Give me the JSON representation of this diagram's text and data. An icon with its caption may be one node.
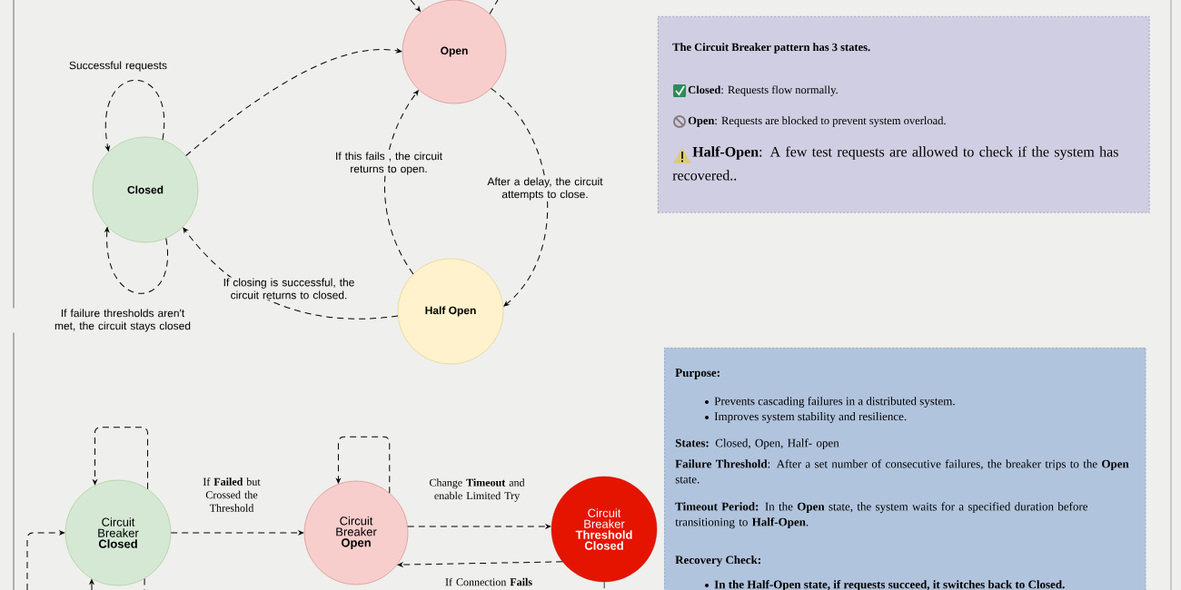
{
  "diagram": {
    "nodes": [
      {
        "text": [
          "Open"
        ]
      },
      {
        "text": [
          "The Circuit Breaker pattern has 3 states.",
          "**Closed**: Requests flow normally.",
          "**Open**: Requests are blocked to prevent system overload.",
          "**Half-Open**: A few test requests are allowed to check if the system has recovered.."
        ]
      },
      {
        "text": [
          "Closed"
        ]
      },
      {
        "text": [
          "Half Open"
        ]
      },
      {
        "text": [
          "Purpose:",
          "Prevents cascading failures in a distributed system.",
          "Improves system stability and resilience.",
          "**States:** Closed, Open, Half- open",
          "**Failure Threshold**: After a set number of consecutive failures, the breaker trips to the **Open** state.",
          "**Timeout Period:** In the **Open** state, the system waits for a specified duration before transitioning to **Half-Open**.",
          "Recovery Check:",
          "In the Half-Open state, if requests succeed, it switches back to Closed."
        ]
      },
      {
        "text": [
          "Circuit Breaker **Closed**"
        ]
      },
      {
        "text": [
          "Circuit Breaker **Open**"
        ]
      },
      {
        "text": [
          "Circuit Breaker **Threshold Closed**"
        ]
      }
    ],
    "edges": [
      {
        "from": 2,
        "to": 2,
        "arrow": "to",
        "style": "dashed",
        "label": "Successful requests"
      },
      {
        "from": 2,
        "to": 0,
        "arrow": "to",
        "style": "dashed"
      },
      {
        "from": 0,
        "to": 3,
        "arrow": "to",
        "style": "dashed",
        "label": "After a delay, the circuit attempts to close."
      },
      {
        "from": 3,
        "to": 0,
        "arrow": "to",
        "style": "dashed",
        "label": "If this fails , the circuit returns to open."
      },
      {
        "from": 3,
        "to": 2,
        "arrow": "to",
        "style": "dashed",
        "label": "If closing is successful, the circuit returns to closed."
      },
      {
        "from": 2,
        "to": 2,
        "arrow": "to",
        "style": "dashed",
        "label": "If failure thresholds aren't met, the circuit stays closed"
      },
      {
        "from": null,
        "to": 0,
        "arrow": "to",
        "style": "dashed"
      },
      {
        "from": 0,
        "to": null,
        "arrow": "none",
        "style": "dashed"
      },
      {
        "from": 5,
        "to": 5,
        "arrow": "to",
        "style": "dashed"
      },
      {
        "from": 5,
        "to": 6,
        "arrow": "to",
        "style": "dashed",
        "label": "If **Failed** but Crossed the Threshold"
      },
      {
        "from": 6,
        "to": 6,
        "arrow": "to",
        "style": "dashed"
      },
      {
        "from": 6,
        "to": 7,
        "arrow": "to",
        "style": "dashed",
        "label": "Change **Timeout** and enable Limited Try"
      },
      {
        "from": 7,
        "to": 6,
        "arrow": "to",
        "style": "dashed",
        "label": "If Connection **Fails**"
      },
      {
        "from": null,
        "to": 5,
        "arrow": "to",
        "style": "dashed"
      },
      {
        "from": null,
        "to": 5,
        "arrow": "to",
        "style": "dashed"
      },
      {
        "from": 5,
        "to": null,
        "arrow": "none",
        "style": "dashed"
      },
      {
        "from": 7,
        "to": null,
        "arrow": "none",
        "style": "dashed"
      }
    ]
  }
}
